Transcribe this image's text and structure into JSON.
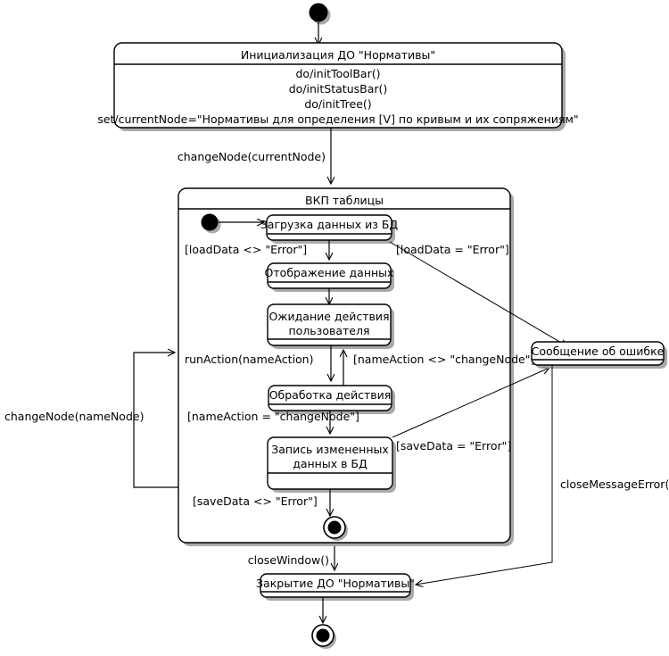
{
  "diagram": {
    "type": "uml-state-machine",
    "language": "ru",
    "colors": {
      "line": "#000000",
      "fill": "#ffffff",
      "shadow": "#9a9a9a"
    },
    "states": {
      "init_do": {
        "title": "Инициализация ДО \"Нормативы\"",
        "actions": [
          "do/initToolBar()",
          "do/initStatusBar()",
          "do/initTree()",
          "set/currentNode=\"Нормативы для определения [V] по кривым и их сопряжениям\""
        ]
      },
      "composite": {
        "title": "ВКП таблицы"
      },
      "load_data": {
        "title": "Загрузка данных из БД"
      },
      "show_data": {
        "title": "Отображение данных"
      },
      "wait_action": {
        "title_line1": "Ожидание действия",
        "title_line2": "пользователя"
      },
      "process_action": {
        "title": "Обработка действия"
      },
      "save_data": {
        "title_line1": "Запись измененных",
        "title_line2": "данных в БД"
      },
      "error_message": {
        "title": "Сообщение об ошибке"
      },
      "close_do": {
        "title": "Закрытие ДО \"Нормативы\""
      }
    },
    "transitions": {
      "change_node_current": "changeNode(currentNode)",
      "load_data_ok": "[loadData <> \"Error\"]",
      "load_data_error": "[loadData = \"Error\"]",
      "run_action": "runAction(nameAction)",
      "name_action_other": "[nameAction <> \"changeNode\"]",
      "name_action_change": "[nameAction = \"changeNode\"]",
      "save_data_error": "[saveData = \"Error\"]",
      "save_data_ok": "[saveData <> \"Error\"]",
      "change_node_name": "changeNode(nameNode)",
      "close_window": "closeWindow()",
      "close_message_error": "closeMessageError()"
    },
    "pseudostates": {
      "initial_top": "initial-state-node",
      "initial_inner": "initial-state-node",
      "final_inner": "final-state-node",
      "final_bottom": "final-state-node"
    }
  }
}
